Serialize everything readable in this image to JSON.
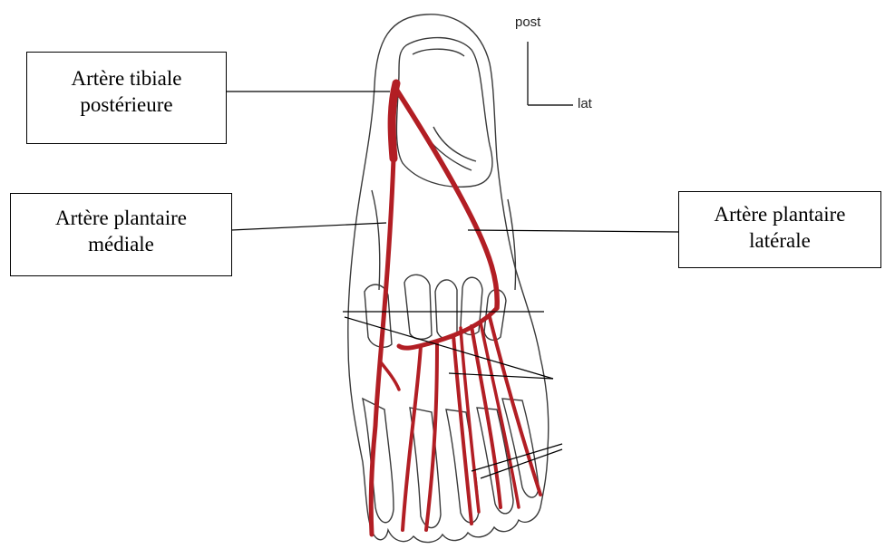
{
  "labels": {
    "tibiale": {
      "line1": "Artère tibiale",
      "line2": "postérieure"
    },
    "mediale": {
      "line1": "Artère plantaire",
      "line2": "médiale"
    },
    "laterale": {
      "line1": "Artère plantaire",
      "line2": "latérale"
    }
  },
  "orientation": {
    "vertical": "post",
    "horizontal": "lat"
  },
  "colors": {
    "artery": "#b21e24",
    "outline": "#3a3a3a"
  },
  "icons": {
    "figure": "foot-plantar-arteries-icon"
  }
}
